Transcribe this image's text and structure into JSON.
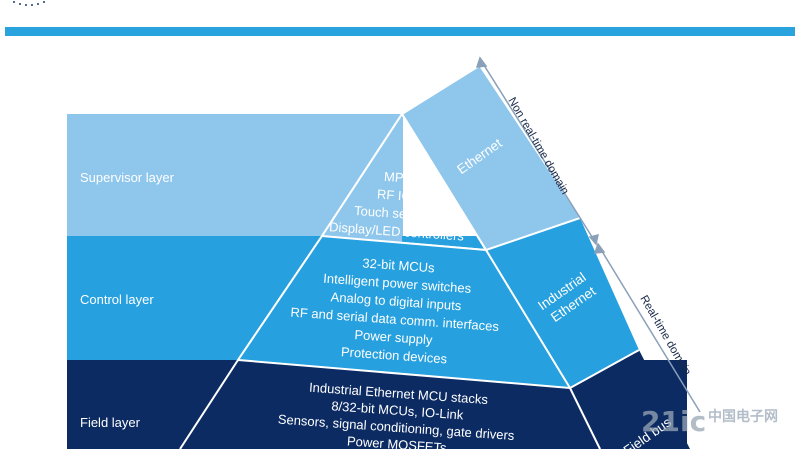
{
  "colors": {
    "header_rule": "#29a3dd",
    "top_layer": "#8ec6ec",
    "mid_layer": "#26a0de",
    "bottom_layer": "#0c2b63",
    "arrow": "#8aa0b8"
  },
  "layers": [
    {
      "label": "Supervisor layer"
    },
    {
      "label": "Control layer"
    },
    {
      "label": "Field layer"
    }
  ],
  "pyramid": {
    "top": {
      "lines": [
        "MPU",
        "RF ICs",
        "Touch sensors",
        "Display/LED controllers"
      ]
    },
    "middle": {
      "lines": [
        "32-bit MCUs",
        "Intelligent power switches",
        "Analog to digital inputs",
        "RF and serial data comm. interfaces",
        "Power supply",
        "Protection devices"
      ]
    },
    "bottom": {
      "lines": [
        "Industrial Ethernet MCU stacks",
        "8/32-bit MCUs, IO-Link",
        "Sensors, signal conditioning, gate drivers",
        "Power MOSFETs"
      ]
    }
  },
  "side_faces": {
    "top": {
      "lines": [
        "Ethernet"
      ]
    },
    "middle": {
      "lines": [
        "Industrial",
        "Ethernet"
      ]
    },
    "bottom": {
      "lines": [
        "Field bus"
      ]
    }
  },
  "domains": [
    {
      "label": "Non real-time domain"
    },
    {
      "label": "Real-time domain"
    }
  ],
  "watermark": {
    "text": "21ic",
    "subtext": "中国电子网"
  }
}
